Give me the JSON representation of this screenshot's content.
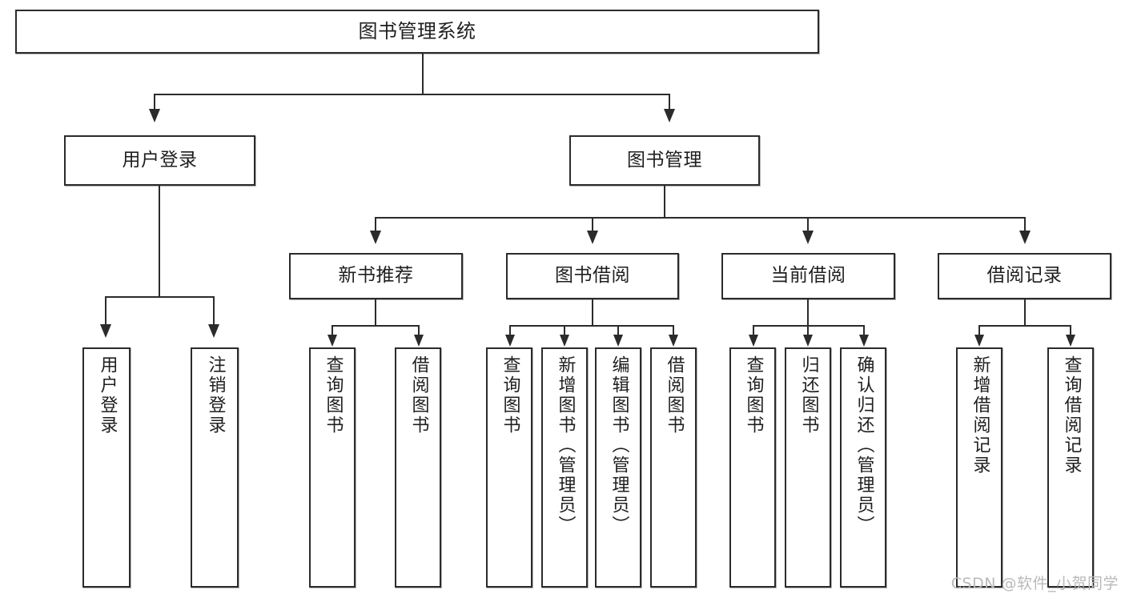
{
  "diagram": {
    "type": "tree-hierarchy",
    "root": {
      "label": "图书管理系统"
    },
    "level1": [
      {
        "label": "用户登录"
      },
      {
        "label": "图书管理"
      }
    ],
    "level2": [
      {
        "label": "新书推荐"
      },
      {
        "label": "图书借阅"
      },
      {
        "label": "当前借阅"
      },
      {
        "label": "借阅记录"
      }
    ],
    "leaves": {
      "user_login": [
        {
          "label": "用户登录"
        },
        {
          "label": "注销登录"
        }
      ],
      "new_book_recommend": [
        {
          "label": "查询图书"
        },
        {
          "label": "借阅图书"
        }
      ],
      "book_borrow": [
        {
          "label": "查询图书"
        },
        {
          "label": "新增图书（管理员）"
        },
        {
          "label": "编辑图书（管理员）"
        },
        {
          "label": "借阅图书"
        }
      ],
      "current_borrow": [
        {
          "label": "查询图书"
        },
        {
          "label": "归还图书"
        },
        {
          "label": "确认归还（管理员）"
        }
      ],
      "borrow_record": [
        {
          "label": "新增借阅记录"
        },
        {
          "label": "查询借阅记录"
        }
      ]
    }
  },
  "watermark": {
    "text": "CSDN @软件_小贺同学"
  },
  "colors": {
    "stroke": "#2b2b2b",
    "background": "#ffffff",
    "text": "#1f1f1f",
    "watermark": "#b9b9b9"
  }
}
